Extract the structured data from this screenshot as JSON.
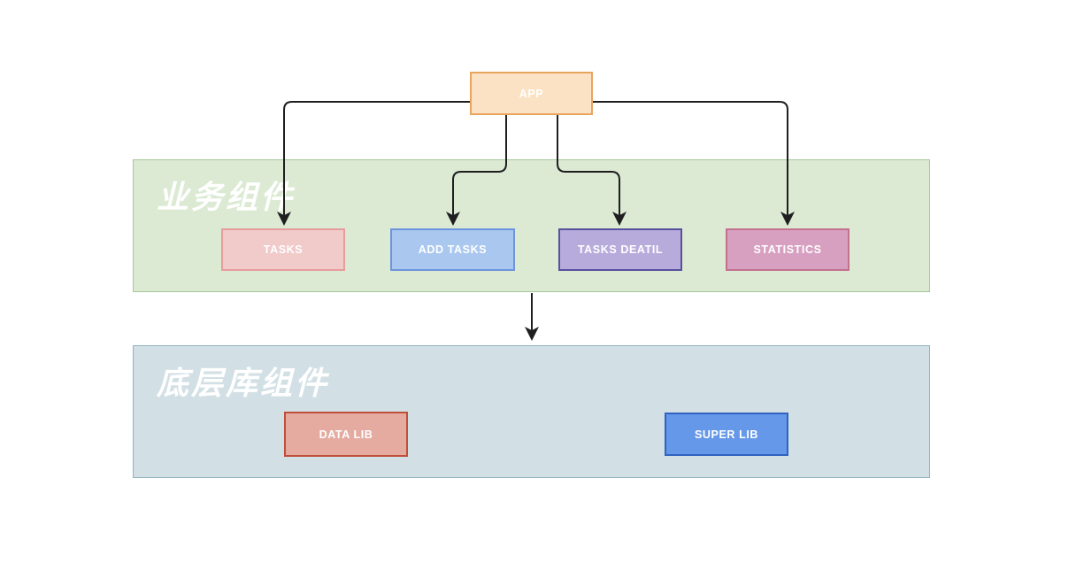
{
  "diagram": {
    "app_node": {
      "label": "APP"
    },
    "groups": [
      {
        "id": "business-components",
        "title": "业务组件",
        "nodes": [
          {
            "id": "tasks",
            "label": "TASKS"
          },
          {
            "id": "add-tasks",
            "label": "ADD TASKS"
          },
          {
            "id": "tasks-deatil",
            "label": "TASKS DEATIL"
          },
          {
            "id": "statistics",
            "label": "STATISTICS"
          }
        ]
      },
      {
        "id": "base-lib-components",
        "title": "底层库组件",
        "nodes": [
          {
            "id": "data-lib",
            "label": "DATA LIB"
          },
          {
            "id": "super-lib",
            "label": "SUPER LIB"
          }
        ]
      }
    ],
    "colors": {
      "app_fill": "#fbe2c5",
      "app_border": "#e8a55e",
      "business_fill": "#dcead4",
      "business_border": "#a5c79b",
      "baselib_fill": "#d2e0e5",
      "baselib_border": "#90b4c0",
      "tasks_fill": "#f1caca",
      "tasks_border": "#e79c9c",
      "add_tasks_fill": "#a9c7ef",
      "add_tasks_border": "#6d94dd",
      "tasks_deatil_fill": "#b7abdc",
      "tasks_deatil_border": "#57519e",
      "statistics_fill": "#d79fc0",
      "statistics_border": "#c4718f",
      "data_lib_fill": "#e5aba1",
      "data_lib_border": "#bf4f38",
      "super_lib_fill": "#6698ea",
      "super_lib_border": "#2f63bf",
      "connector": "#1f1f1f",
      "label_text": "#ffffff"
    }
  }
}
